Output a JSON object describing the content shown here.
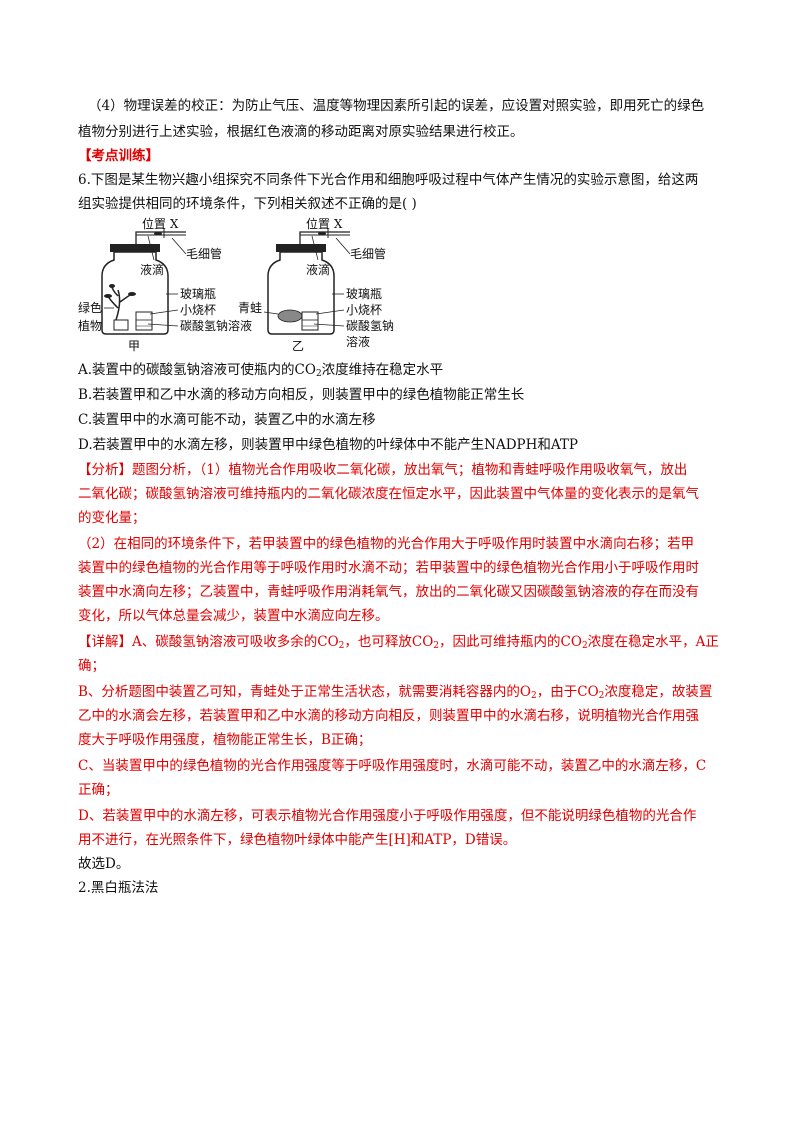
{
  "p_correction_1": "（4）物理误差的校正：为防止气压、温度等物理因素所引起的误差，应设置对照实验，即用死亡的绿色",
  "p_correction_2": "植物分别进行上述实验，根据红色液滴的移动距离对原实验结果进行校正。",
  "section_training": "【考点训练】",
  "question_1": "6.下图是某生物兴趣小组探究不同条件下光合作用和细胞呼吸过程中气体产生情况的实验示意图，给这两",
  "question_2": "组实验提供相同的环境条件，下列相关叙述不正确的是(        )",
  "figure": {
    "left": {
      "position_label": "位置 X",
      "capillary": "毛细管",
      "droplet": "液滴",
      "glass_bottle": "玻璃瓶",
      "small_beaker": "小烧杯",
      "solution": "碳酸氢钠溶液",
      "organism_1": "绿色",
      "organism_2": "植物",
      "caption": "甲"
    },
    "right": {
      "position_label": "位置 X",
      "capillary": "毛细管",
      "droplet": "液滴",
      "glass_bottle": "玻璃瓶",
      "small_beaker": "小烧杯",
      "solution_1": "碳酸氢钠",
      "solution_2": "溶液",
      "organism": "青蛙",
      "caption": "乙"
    }
  },
  "option_a_pre": "A.装置中的碳酸氢钠溶液可使瓶内的CO",
  "option_a_post": "浓度维持在稳定水平",
  "option_b": "B.若装置甲和乙中水滴的移动方向相反，则装置甲中的绿色植物能正常生长",
  "option_c": "C.装置甲中的水滴可能不动，装置乙中的水滴左移",
  "option_d": "D.若装置甲中的水滴左移，则装置甲中绿色植物的叶绿体中不能产生NADPH和ATP",
  "analysis_1": "【分析】题图分析，（1）植物光合作用吸收二氧化碳，放出氧气；植物和青蛙呼吸作用吸收氧气，放出",
  "analysis_2": "二氧化碳；碳酸氢钠溶液可维持瓶内的二氧化碳浓度在恒定水平，因此装置中气体量的变化表示的是氧气",
  "analysis_3": "的变化量；",
  "analysis_4": "（2）在相同的环境条件下，若甲装置中的绿色植物的光合作用大于呼吸作用时装置中水滴向右移；若甲",
  "analysis_5": "装置中的绿色植物的光合作用等于呼吸作用时水滴不动；若甲装置中的绿色植物光合作用小于呼吸作用时",
  "analysis_6": "装置中水滴向左移；乙装置中，青蛙呼吸作用消耗氧气，放出的二氧化碳又因碳酸氢钠溶液的存在而没有",
  "analysis_7": "变化，所以气体总量会减少，装置中水滴应向左移。",
  "detail_1a": "【详解】A、碳酸氢钠溶液可吸收多余的CO",
  "detail_1b": "，也可释放CO",
  "detail_1c": "，因此可维持瓶内的CO",
  "detail_1d": "浓度在稳定水平，A正",
  "detail_2": "确；",
  "detail_b1a": "B、分析题图中装置乙可知，青蛙处于正常生活状态，就需要消耗容器内的O",
  "detail_b1b": "，由于CO",
  "detail_b1c": "浓度稳定，故装置",
  "detail_b2": "乙中的水滴会左移，若装置甲和乙中水滴的移动方向相反，则装置甲中的水滴右移，说明植物光合作用强",
  "detail_b3": "度大于呼吸作用强度，植物能正常生长，B正确；",
  "detail_c1": "C、当装置甲中的绿色植物的光合作用强度等于呼吸作用强度时，水滴可能不动，装置乙中的水滴左移，C",
  "detail_c2": "正确；",
  "detail_d1": "D、若装置甲中的水滴左移，可表示植物光合作用强度小于呼吸作用强度，但不能说明绿色植物的光合作",
  "detail_d2": "用不进行，在光照条件下，绿色植物叶绿体中能产生[H]和ATP，D错误。",
  "answer": "故选D。",
  "next_section": "2.黑白瓶法法",
  "subscript_2": "2",
  "colors": {
    "red": "#e10000",
    "black": "#111111"
  }
}
